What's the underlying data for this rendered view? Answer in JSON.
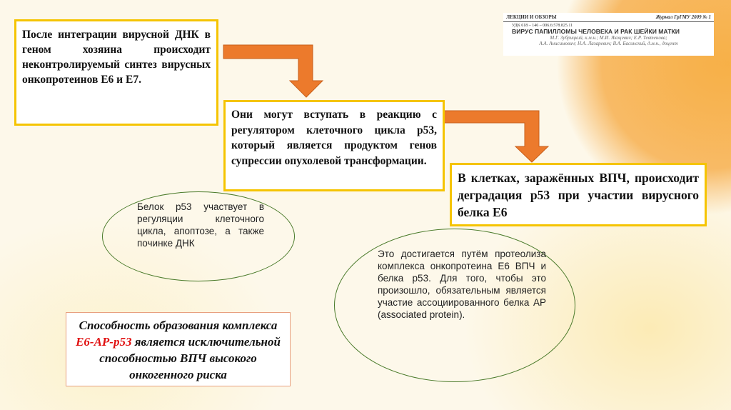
{
  "journal": {
    "section": "ЛЕКЦИИ И ОБЗОРЫ",
    "name": "Журнал ГрГМУ 2009 № 1",
    "udk": "УДК 618 – 146 – 006.6:578.825.11",
    "title": "ВИРУС ПАПИЛЛОМЫ ЧЕЛОВЕКА И РАК ШЕЙКИ МАТКИ",
    "authors1": "М.Г. Зубрицкий, к.м.н.; М.И. Якоцевич; Е.Р. Тевтенова;",
    "authors2": "А.А. Анисимович; Н.А. Лазаревич; В.А. Басинский, д.м.н., доцент"
  },
  "box1": "После интеграции вирусной ДНК в геном хозяина происходит неконтролируемый синтез вирусных онкопротеинов Е6 и Е7.",
  "box2": "Они могут вступать в реакцию с регулятором клеточного цикла р53, который является продуктом генов супрессии опухолевой трансформации.",
  "box3": "В клетках, заражённых ВПЧ, происходит деградация р53 при участии вирусного белка Е6",
  "ellipse1": "Белок р53 участвует в регуляции клеточного цикла, апоптозе, а также починке ДНК",
  "ellipse2": "Это достигается путём протеолиза комплекса онкопротеина Е6 ВПЧ и белка р53. Для того, чтобы это произошло, обязательным является участие ассоциированного белка АР (associated protein).",
  "box4": {
    "part1": "Способность образования комплекса ",
    "highlight": "Е6-АР-р53",
    "part2": " является исключительной способностью ВПЧ высокого онкогенного риска"
  },
  "colors": {
    "arrow": "#ec7a2c",
    "border": "#f5c400"
  }
}
